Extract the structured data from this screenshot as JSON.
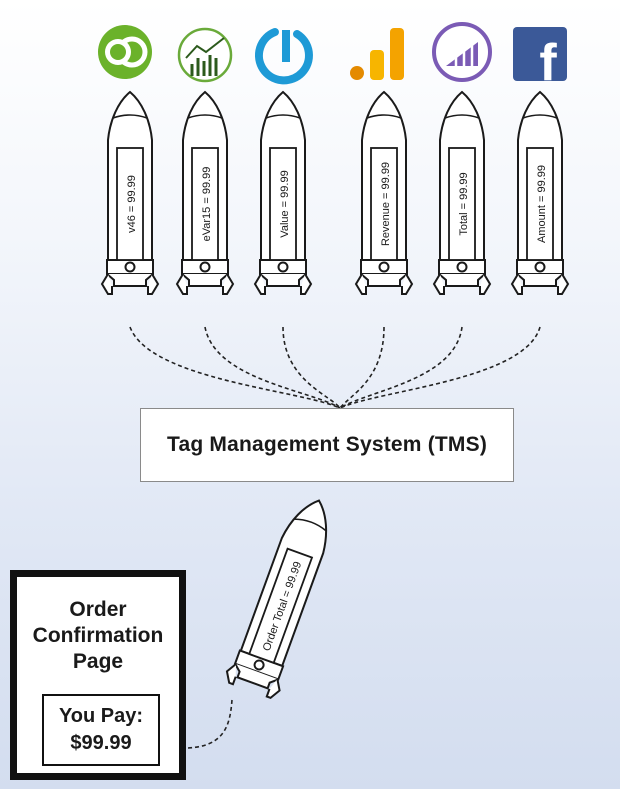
{
  "vendors": [
    {
      "icon": "dtm-logo-icon",
      "variable": "v46 = 99.99",
      "color": "#6bb22a"
    },
    {
      "icon": "analytics-chart-logo-icon",
      "variable": "eVar15 = 99.99",
      "color": "#6aaa3a"
    },
    {
      "icon": "power-logo-icon",
      "variable": "Value = 99.99",
      "color": "#1e9ad6"
    },
    {
      "icon": "google-analytics-logo-icon",
      "variable": "Revenue = 99.99",
      "color": "#f4a300"
    },
    {
      "icon": "bar-signal-logo-icon",
      "variable": "Total = 99.99",
      "color": "#7b5bb5"
    },
    {
      "icon": "facebook-logo-icon",
      "variable": "Amount = 99.99",
      "color": "#3b5998"
    }
  ],
  "facebook_letter": "f",
  "tms": {
    "label": "Tag Management System (TMS)"
  },
  "source_rocket": {
    "variable": "Order Total = 99.99"
  },
  "order_page": {
    "title": "Order\nConfirmation\nPage",
    "pay_label": "You Pay:",
    "pay_amount": "$99.99"
  }
}
